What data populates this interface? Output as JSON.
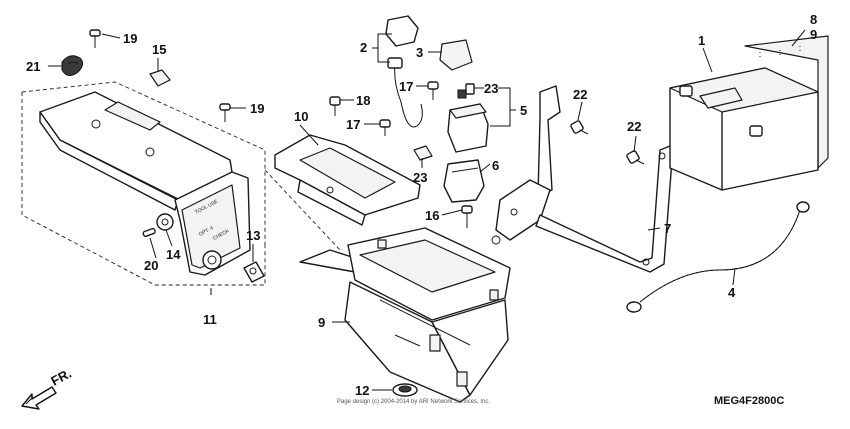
{
  "diagram": {
    "code": "MEG4F2800C",
    "direction_label": "FR.",
    "footer": "Page design (c) 2004-2014 by ARI Network Services, Inc.",
    "cover_engraving": [
      "TOOL USE",
      "OPT. 4",
      "CHECK"
    ],
    "callouts": [
      "1",
      "2",
      "3",
      "4",
      "5",
      "6",
      "7",
      "8",
      "9",
      "9",
      "10",
      "11",
      "12",
      "13",
      "14",
      "15",
      "16",
      "17",
      "17",
      "18",
      "19",
      "19",
      "20",
      "21",
      "22",
      "22",
      "23",
      "23"
    ]
  }
}
